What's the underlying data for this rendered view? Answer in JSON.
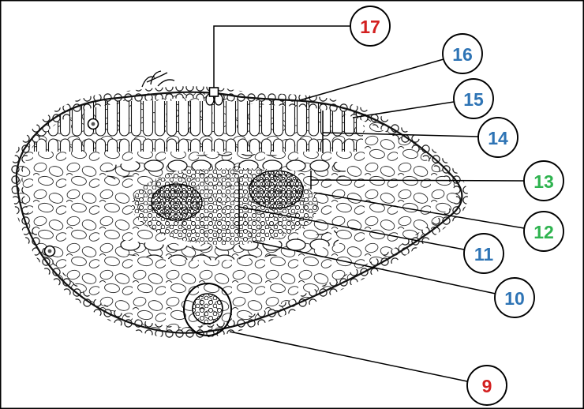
{
  "labels": [
    {
      "value": "17",
      "color": "#d32020"
    },
    {
      "value": "16",
      "color": "#2e74b5"
    },
    {
      "value": "15",
      "color": "#2e74b5"
    },
    {
      "value": "14",
      "color": "#2e74b5"
    },
    {
      "value": "13",
      "color": "#2eb34f"
    },
    {
      "value": "12",
      "color": "#2eb34f"
    },
    {
      "value": "11",
      "color": "#2e74b5"
    },
    {
      "value": "10",
      "color": "#2e74b5"
    },
    {
      "value": "9",
      "color": "#d32020"
    }
  ]
}
